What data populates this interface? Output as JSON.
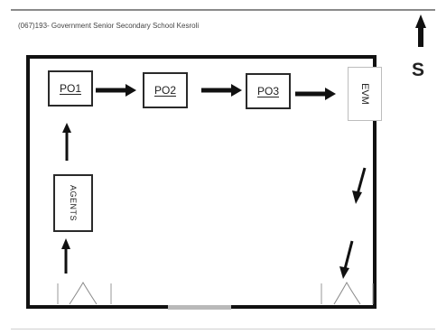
{
  "header": {
    "title": "(067)193- Government Senior Secondary School Kesroli",
    "direction_label": "S"
  },
  "booths": [
    {
      "label": "PO1"
    },
    {
      "label": "PO2"
    },
    {
      "label": "PO3"
    }
  ],
  "evm": {
    "label": "EVM"
  },
  "agents": {
    "label": "AGENTS"
  }
}
